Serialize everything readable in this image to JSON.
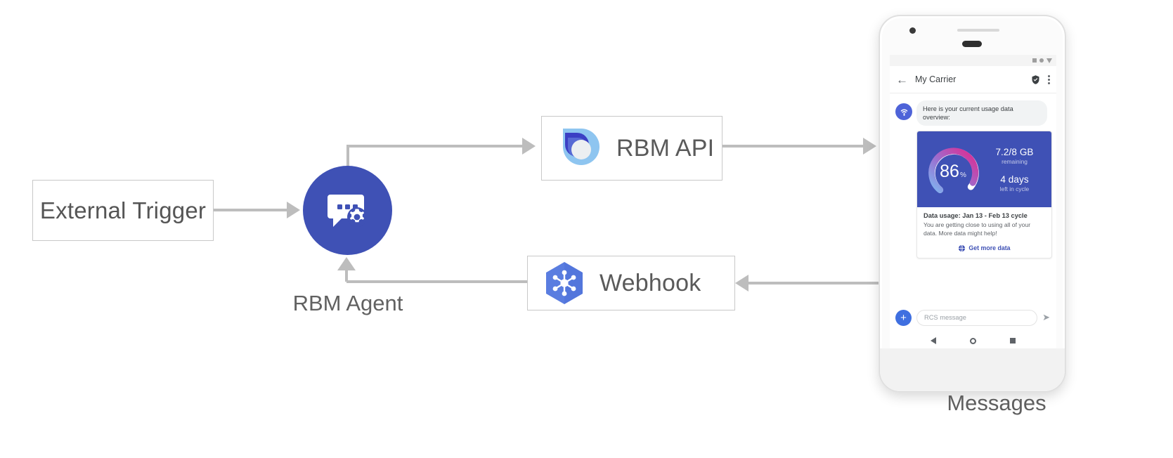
{
  "diagram": {
    "nodes": {
      "external_trigger": {
        "label": "External Trigger"
      },
      "rbm_agent": {
        "label": "RBM Agent",
        "icon": "chat-gear-icon",
        "color": "#3f51b5"
      },
      "rbm_api": {
        "label": "RBM API",
        "icon": "rbm-droplet-logo"
      },
      "webhook": {
        "label": "Webhook",
        "icon": "webhook-hexagon-logo"
      },
      "messages": {
        "label": "Messages"
      }
    }
  },
  "phone": {
    "status_bar": {
      "icons": [
        "square-icon",
        "circle-icon",
        "triangle-down-icon"
      ]
    },
    "app_bar": {
      "back": "←",
      "title": "My Carrier",
      "verified_icon": "verified-shield-icon",
      "overflow_icon": "more-vert-icon"
    },
    "conversation": {
      "avatar_icon": "carrier-antenna-icon",
      "intro_message": "Here is your current usage data overview:"
    },
    "rich_card": {
      "gauge": {
        "value": "86",
        "unit": "%",
        "percent": 86
      },
      "stats": [
        {
          "value": "7.2/8 GB",
          "label": "remaining"
        },
        {
          "value": "4 days",
          "label": "left in cycle"
        }
      ],
      "title": "Data usage: Jan 13 - Feb 13 cycle",
      "description": "You are getting close to using all of your data. More data might help!",
      "action": {
        "icon": "globe-icon",
        "label": "Get more data",
        "color": "#3f51b5"
      }
    },
    "composer": {
      "plus_label": "+",
      "placeholder": "RCS message",
      "send_icon": "send-icon"
    },
    "nav_bar": {
      "items": [
        "back-nav-icon",
        "home-nav-icon",
        "recents-nav-icon"
      ]
    }
  }
}
